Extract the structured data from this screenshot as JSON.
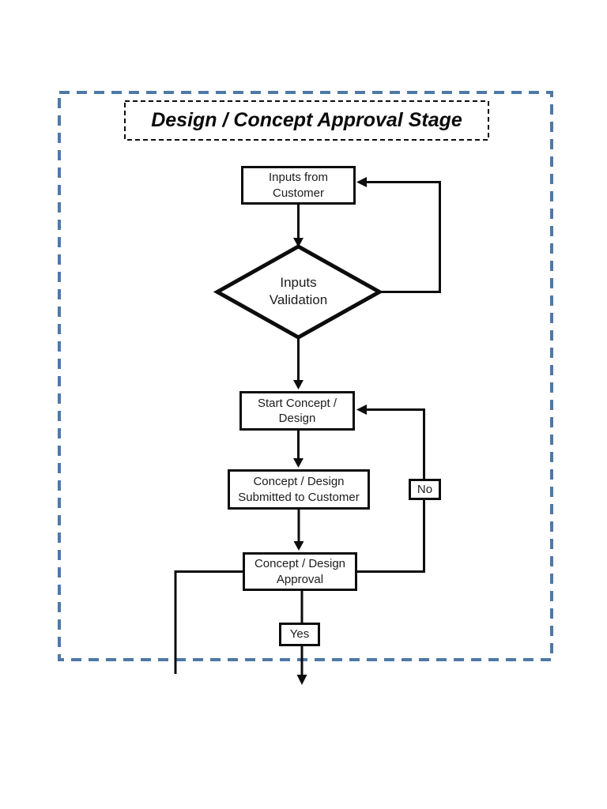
{
  "flowchart": {
    "stage_title": "Design / Concept Approval Stage",
    "nodes": {
      "inputs_from_customer": {
        "type": "process",
        "label": "Inputs from\nCustomer"
      },
      "inputs_validation": {
        "type": "decision",
        "label": "Inputs\nValidation"
      },
      "start_concept_design": {
        "type": "process",
        "label": "Start Concept /\nDesign"
      },
      "concept_submitted": {
        "type": "process",
        "label": "Concept / Design\nSubmitted to Customer"
      },
      "concept_approval": {
        "type": "process",
        "label": "Concept / Design\nApproval"
      },
      "no_label": {
        "type": "connector-label",
        "label": "No"
      },
      "yes_label": {
        "type": "connector-label",
        "label": "Yes"
      }
    },
    "edges": [
      {
        "from": "inputs_from_customer",
        "to": "inputs_validation",
        "label": ""
      },
      {
        "from": "inputs_validation",
        "to": "inputs_from_customer",
        "label": "",
        "note": "feedback loop on right side"
      },
      {
        "from": "inputs_validation",
        "to": "start_concept_design",
        "label": ""
      },
      {
        "from": "start_concept_design",
        "to": "concept_submitted",
        "label": ""
      },
      {
        "from": "concept_submitted",
        "to": "concept_approval",
        "label": ""
      },
      {
        "from": "concept_approval",
        "to": "start_concept_design",
        "label": "No",
        "note": "feedback loop on right side"
      },
      {
        "from": "concept_approval",
        "to": "exit-bottom",
        "label": "Yes",
        "note": "arrow exits dashed stage boundary at bottom"
      },
      {
        "from": "concept_approval",
        "to": "exit-bottom-left",
        "label": "",
        "note": "plain line exits stage boundary at bottom left"
      }
    ],
    "colors": {
      "boundary": "#4e79a6",
      "line": "#0d0d0d",
      "background": "#ffffff"
    }
  }
}
